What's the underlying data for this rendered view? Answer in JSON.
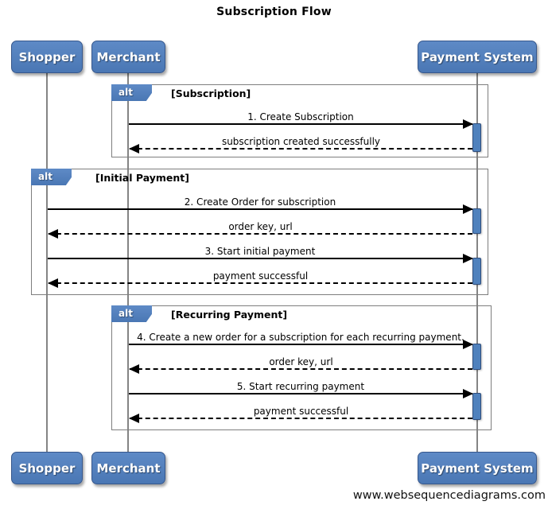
{
  "diagram": {
    "title": "Subscription Flow",
    "footer": "www.websequencediagrams.com"
  },
  "colors": {
    "actor_fill": "#4f81bd",
    "actor_border": "#36578c",
    "frame_border": "#7e7e7e",
    "lifeline": "#848484",
    "activation_fill": "#4f81bd",
    "arrow": "#000000"
  },
  "actors": [
    {
      "name": "Shopper"
    },
    {
      "name": "Merchant"
    },
    {
      "name": "Payment System"
    }
  ],
  "frames": [
    {
      "operator": "alt",
      "condition": "[Subscription]",
      "messages": [
        {
          "from": "Merchant",
          "to": "Payment System",
          "style": "solid",
          "label": "1. Create Subscription"
        },
        {
          "from": "Payment System",
          "to": "Merchant",
          "style": "dashed",
          "label": "subscription created successfully"
        }
      ]
    },
    {
      "operator": "alt",
      "condition": "[Initial Payment]",
      "messages": [
        {
          "from": "Shopper",
          "to": "Payment System",
          "style": "solid",
          "label": "2. Create Order for subscription"
        },
        {
          "from": "Payment System",
          "to": "Shopper",
          "style": "dashed",
          "label": "order key, url"
        },
        {
          "from": "Shopper",
          "to": "Payment System",
          "style": "solid",
          "label": "3. Start initial payment"
        },
        {
          "from": "Payment System",
          "to": "Shopper",
          "style": "dashed",
          "label": "payment successful"
        }
      ]
    },
    {
      "operator": "alt",
      "condition": "[Recurring Payment]",
      "messages": [
        {
          "from": "Merchant",
          "to": "Payment System",
          "style": "solid",
          "label": "4. Create a new order for a subscription for each recurring payment."
        },
        {
          "from": "Payment System",
          "to": "Merchant",
          "style": "dashed",
          "label": "order key, url"
        },
        {
          "from": "Merchant",
          "to": "Payment System",
          "style": "solid",
          "label": "5. Start recurring payment"
        },
        {
          "from": "Payment System",
          "to": "Merchant",
          "style": "dashed",
          "label": "payment successful"
        }
      ]
    }
  ]
}
